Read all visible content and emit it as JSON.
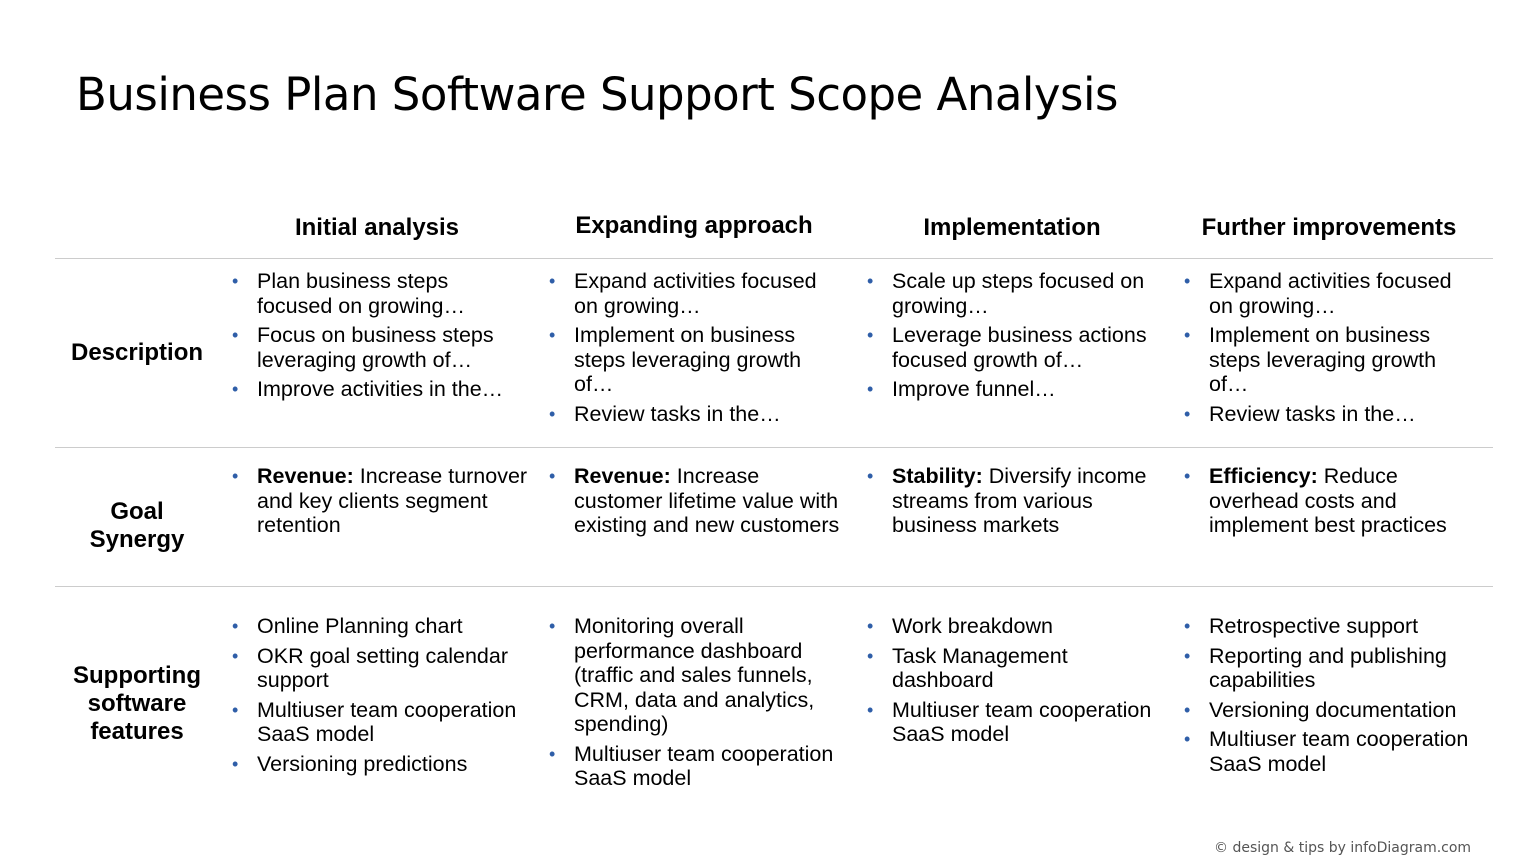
{
  "title": "Business Plan Software Support Scope Analysis",
  "columns": [
    "Initial analysis",
    "Expanding approach",
    "Implementation",
    "Further improvements"
  ],
  "rows": {
    "description": {
      "label": "Description",
      "cells": [
        [
          "Plan business steps focused on growing…",
          "Focus on business steps leveraging growth of…",
          "Improve activities in the…"
        ],
        [
          "Expand activities focused on growing…",
          "Implement on business steps leveraging growth of…",
          "Review tasks in the…"
        ],
        [
          "Scale up steps focused on growing…",
          "Leverage business actions focused growth of…",
          "Improve funnel…"
        ],
        [
          "Expand activities focused on growing…",
          "Implement on business steps leveraging growth of…",
          "Review tasks in the…"
        ]
      ]
    },
    "goal_synergy": {
      "label_line1": "Goal",
      "label_line2": "Synergy",
      "cells": [
        {
          "key": "Revenue:",
          "text": "Increase turnover and key clients segment retention"
        },
        {
          "key": "Revenue:",
          "text": "Increase customer lifetime value with existing and new customers"
        },
        {
          "key": "Stability:",
          "text": "Diversify income streams from various business markets"
        },
        {
          "key": "Efficiency:",
          "text": "Reduce overhead costs and implement best practices"
        }
      ]
    },
    "supporting": {
      "label_line1": "Supporting",
      "label_line2": "software",
      "label_line3": "features",
      "cells": [
        [
          "Online Planning chart",
          "OKR goal setting calendar support",
          "Multiuser team cooperation SaaS model",
          "Versioning predictions"
        ],
        [
          "Monitoring overall performance dashboard (traffic and sales funnels, CRM,  data and analytics, spending)",
          "Multiuser team cooperation SaaS model"
        ],
        [
          "Work breakdown",
          "Task Management dashboard",
          "Multiuser team cooperation SaaS model"
        ],
        [
          "Retrospective support",
          "Reporting and publishing capabilities",
          "Versioning documentation",
          "Multiuser team cooperation SaaS model"
        ]
      ]
    }
  },
  "bullet_char": "•",
  "bullet_color": "#2f5ea8",
  "divider_color": "#cccccc",
  "footer": "© design & tips by infoDiagram.com"
}
